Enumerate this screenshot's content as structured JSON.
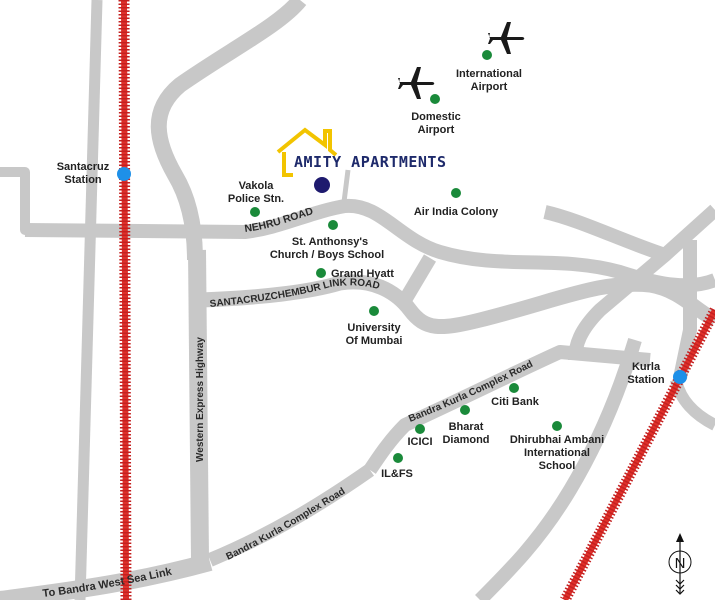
{
  "title": "AMITY APARTMENTS",
  "colors": {
    "road": "#c8c8c8",
    "railway": "#e0302a",
    "station_marker": "#1e90e8",
    "landmark_marker": "#1a8a3a",
    "property_marker": "#1e1a6e",
    "house_logo": "#f2c400",
    "title_text": "#1e2a6b",
    "label_text": "#222222"
  },
  "property": {
    "name": "AMITY APARTMENTS",
    "marker": "property-marker"
  },
  "stations": [
    {
      "line1": "Santacruz",
      "line2": "Station"
    },
    {
      "line1": "Kurla",
      "line2": "Station"
    }
  ],
  "landmarks": [
    {
      "line1": "International",
      "line2": "Airport"
    },
    {
      "line1": "Domestic",
      "line2": "Airport"
    },
    {
      "line1": "Vakola",
      "line2": "Police Stn."
    },
    {
      "line1": "Air India Colony",
      "line2": ""
    },
    {
      "line1": "St. Anthonsy's",
      "line2": "Church / Boys School"
    },
    {
      "line1": "Grand Hyatt",
      "line2": ""
    },
    {
      "line1": "University",
      "line2": "Of Mumbai"
    },
    {
      "line1": "Citi Bank",
      "line2": ""
    },
    {
      "line1": "Bharat",
      "line2": "Diamond"
    },
    {
      "line1": "ICICI",
      "line2": ""
    },
    {
      "line1": "IL&FS",
      "line2": ""
    },
    {
      "line1": "Dhirubhai Ambani",
      "line2": "International",
      "line3": "School"
    }
  ],
  "roads": {
    "nehru": "NEHRU  ROAD",
    "link": "SANTACRUZCHEMBUR LINK ROAD",
    "weh": "Western Express Highway",
    "bkc_upper": "Bandra Kurla Complex Road",
    "bkc_lower": "Bandra Kurla Complex Road",
    "sealink": "To Bandra West Sea Link"
  },
  "compass": {
    "label": "N"
  },
  "icons": {
    "airplane": "airplane-icon",
    "house": "house-icon",
    "compass": "north-arrow-icon"
  }
}
